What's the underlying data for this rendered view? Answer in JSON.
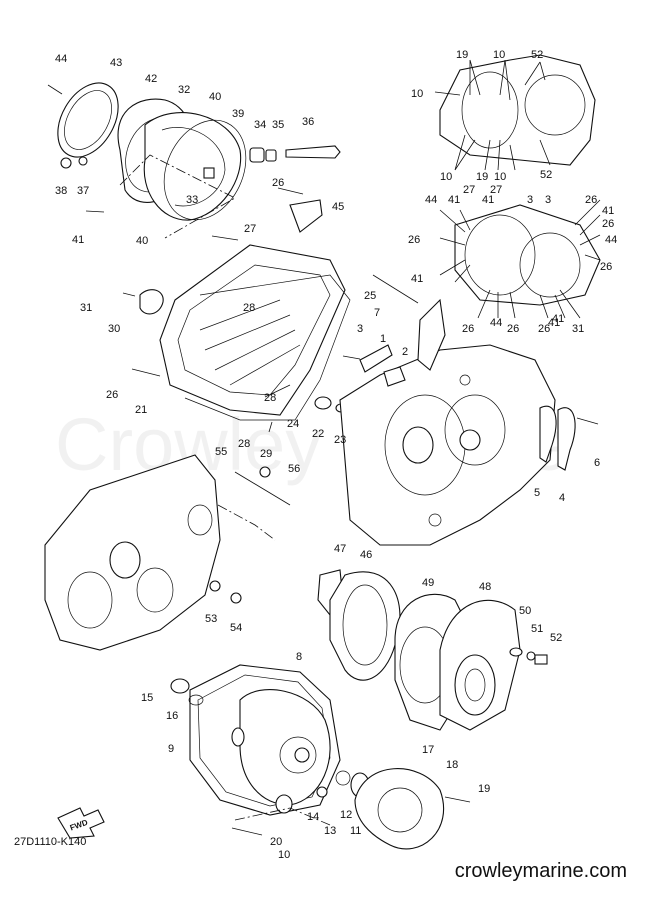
{
  "diagram": {
    "code": "27D1110-K140",
    "website": "crowleymarine.com",
    "watermark": "Crowley Marine",
    "fwd_label": "FWD",
    "parts": [
      {
        "id": "p44a",
        "label": "44"
      },
      {
        "id": "p43",
        "label": "43"
      },
      {
        "id": "p42",
        "label": "42"
      },
      {
        "id": "p32",
        "label": "32"
      },
      {
        "id": "p40a",
        "label": "40"
      },
      {
        "id": "p39",
        "label": "39"
      },
      {
        "id": "p34",
        "label": "34"
      },
      {
        "id": "p35",
        "label": "35"
      },
      {
        "id": "p36",
        "label": "36"
      },
      {
        "id": "p38",
        "label": "38"
      },
      {
        "id": "p37",
        "label": "37"
      },
      {
        "id": "p33",
        "label": "33"
      },
      {
        "id": "p41a",
        "label": "41"
      },
      {
        "id": "p40b",
        "label": "40"
      },
      {
        "id": "p26a",
        "label": "26"
      },
      {
        "id": "p45",
        "label": "45"
      },
      {
        "id": "p27a",
        "label": "27"
      },
      {
        "id": "p25",
        "label": "25"
      },
      {
        "id": "p31a",
        "label": "31"
      },
      {
        "id": "p30",
        "label": "30"
      },
      {
        "id": "p28a",
        "label": "28"
      },
      {
        "id": "p26b",
        "label": "26"
      },
      {
        "id": "p21",
        "label": "21"
      },
      {
        "id": "p28b",
        "label": "28"
      },
      {
        "id": "p28c",
        "label": "28"
      },
      {
        "id": "p29",
        "label": "29"
      },
      {
        "id": "p24",
        "label": "24"
      },
      {
        "id": "p22",
        "label": "22"
      },
      {
        "id": "p23",
        "label": "23"
      },
      {
        "id": "p7",
        "label": "7"
      },
      {
        "id": "p3a",
        "label": "3"
      },
      {
        "id": "p1",
        "label": "1"
      },
      {
        "id": "p2",
        "label": "2"
      },
      {
        "id": "p6",
        "label": "6"
      },
      {
        "id": "p5",
        "label": "5"
      },
      {
        "id": "p4",
        "label": "4"
      },
      {
        "id": "p55",
        "label": "55"
      },
      {
        "id": "p56",
        "label": "56"
      },
      {
        "id": "p53",
        "label": "53"
      },
      {
        "id": "p54",
        "label": "54"
      },
      {
        "id": "p47",
        "label": "47"
      },
      {
        "id": "p46",
        "label": "46"
      },
      {
        "id": "p49",
        "label": "49"
      },
      {
        "id": "p48",
        "label": "48"
      },
      {
        "id": "p50",
        "label": "50"
      },
      {
        "id": "p51",
        "label": "51"
      },
      {
        "id": "p52a",
        "label": "52"
      },
      {
        "id": "p15",
        "label": "15"
      },
      {
        "id": "p16",
        "label": "16"
      },
      {
        "id": "p8",
        "label": "8"
      },
      {
        "id": "p9",
        "label": "9"
      },
      {
        "id": "p17",
        "label": "17"
      },
      {
        "id": "p18",
        "label": "18"
      },
      {
        "id": "p19a",
        "label": "19"
      },
      {
        "id": "p14",
        "label": "14"
      },
      {
        "id": "p13",
        "label": "13"
      },
      {
        "id": "p12",
        "label": "12"
      },
      {
        "id": "p11",
        "label": "11"
      },
      {
        "id": "p20",
        "label": "20"
      },
      {
        "id": "p10a",
        "label": "10"
      },
      {
        "id": "p19b",
        "label": "19"
      },
      {
        "id": "p10b",
        "label": "10"
      },
      {
        "id": "p52b",
        "label": "52"
      },
      {
        "id": "p10c",
        "label": "10"
      },
      {
        "id": "p10d",
        "label": "10"
      },
      {
        "id": "p19c",
        "label": "19"
      },
      {
        "id": "p10e",
        "label": "10"
      },
      {
        "id": "p52c",
        "label": "52"
      },
      {
        "id": "p44b",
        "label": "44"
      },
      {
        "id": "p41b",
        "label": "41"
      },
      {
        "id": "p27b",
        "label": "27"
      },
      {
        "id": "p41c",
        "label": "41"
      },
      {
        "id": "p27c",
        "label": "27"
      },
      {
        "id": "p3b",
        "label": "3"
      },
      {
        "id": "p3c",
        "label": "3"
      },
      {
        "id": "p26c",
        "label": "26"
      },
      {
        "id": "p41d",
        "label": "41"
      },
      {
        "id": "p26d",
        "label": "26"
      },
      {
        "id": "p44c",
        "label": "44"
      },
      {
        "id": "p26e",
        "label": "26"
      },
      {
        "id": "p26f",
        "label": "26"
      },
      {
        "id": "p41e",
        "label": "41"
      },
      {
        "id": "p41f",
        "label": "41"
      },
      {
        "id": "p26g",
        "label": "26"
      },
      {
        "id": "p44d",
        "label": "44"
      },
      {
        "id": "p26h",
        "label": "26"
      },
      {
        "id": "p26i",
        "label": "26"
      },
      {
        "id": "p41g",
        "label": "41"
      },
      {
        "id": "p31b",
        "label": "31"
      }
    ]
  }
}
